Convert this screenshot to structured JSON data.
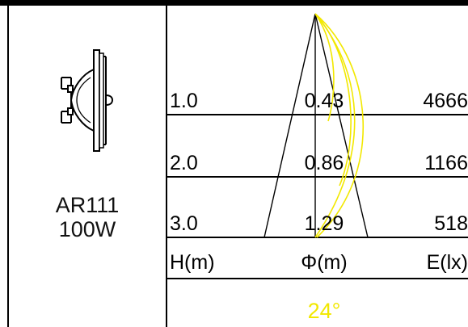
{
  "lamp": {
    "model": "AR111",
    "wattage": "100W",
    "icon": "ar111-lamp-side-view-icon"
  },
  "table": {
    "headers": {
      "height": "H(m)",
      "diameter": "Φ(m)",
      "illuminance": "E(lx)"
    },
    "rows": [
      {
        "height": "1.0",
        "diameter": "0.43",
        "illuminance": "4666"
      },
      {
        "height": "2.0",
        "diameter": "0.86",
        "illuminance": "1166"
      },
      {
        "height": "3.0",
        "diameter": "1.29",
        "illuminance": "518"
      }
    ]
  },
  "beam": {
    "angle_label": "24°",
    "cone_color": "#000000",
    "curve_color": "#f2e800"
  }
}
